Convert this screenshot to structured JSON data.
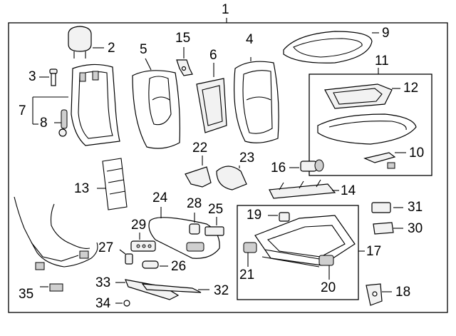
{
  "diagram": {
    "main_label": "1",
    "callouts": [
      {
        "id": "c2",
        "text": "2"
      },
      {
        "id": "c3",
        "text": "3"
      },
      {
        "id": "c4",
        "text": "4"
      },
      {
        "id": "c5",
        "text": "5"
      },
      {
        "id": "c6",
        "text": "6"
      },
      {
        "id": "c7",
        "text": "7"
      },
      {
        "id": "c8",
        "text": "8"
      },
      {
        "id": "c9",
        "text": "9"
      },
      {
        "id": "c10",
        "text": "10"
      },
      {
        "id": "c11",
        "text": "11"
      },
      {
        "id": "c12",
        "text": "12"
      },
      {
        "id": "c13",
        "text": "13"
      },
      {
        "id": "c14",
        "text": "14"
      },
      {
        "id": "c15",
        "text": "15"
      },
      {
        "id": "c16",
        "text": "16"
      },
      {
        "id": "c17",
        "text": "17"
      },
      {
        "id": "c18",
        "text": "18"
      },
      {
        "id": "c19",
        "text": "19"
      },
      {
        "id": "c20",
        "text": "20"
      },
      {
        "id": "c21",
        "text": "21"
      },
      {
        "id": "c22",
        "text": "22"
      },
      {
        "id": "c23",
        "text": "23"
      },
      {
        "id": "c24",
        "text": "24"
      },
      {
        "id": "c25",
        "text": "25"
      },
      {
        "id": "c26",
        "text": "26"
      },
      {
        "id": "c27",
        "text": "27"
      },
      {
        "id": "c28",
        "text": "28"
      },
      {
        "id": "c29",
        "text": "29"
      },
      {
        "id": "c30",
        "text": "30"
      },
      {
        "id": "c31",
        "text": "31"
      },
      {
        "id": "c32",
        "text": "32"
      },
      {
        "id": "c33",
        "text": "33"
      },
      {
        "id": "c34",
        "text": "34"
      },
      {
        "id": "c35",
        "text": "35"
      }
    ]
  }
}
